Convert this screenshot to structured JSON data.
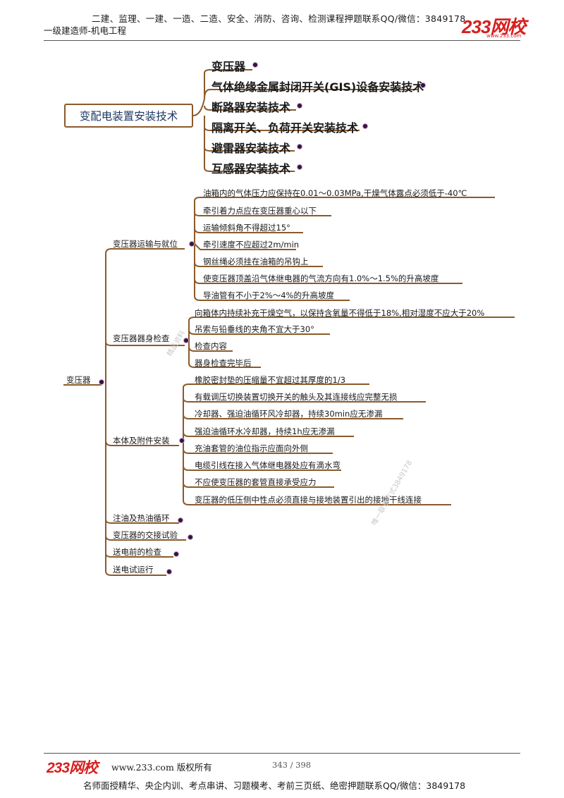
{
  "header": {
    "top": "二建、监理、一建、一造、二造、安全、消防、咨询、检测课程押题联系QQ/微信：3849178",
    "sub": "一级建造师-机电工程",
    "logo": "233网校",
    "logo_url": "www.233.com"
  },
  "map1": {
    "title": "变配电装置安装技术",
    "items": [
      "变压器",
      "气体绝缘金属封闭开关(GIS)设备安装技术",
      "断路器安装技术",
      "隔离开关、负荷开关安装技术",
      "避雷器安装技术",
      "互感器安装技术"
    ]
  },
  "map2": {
    "root": "变压器",
    "branches": [
      {
        "label": "变压器运输与就位",
        "children": [
          "油箱内的气体压力应保持在0.01～0.03MPa,干燥气体露点必须低于-40℃",
          "牵引着力点应在变压器重心以下",
          "运输倾斜角不得超过15°",
          "牵引速度不应超过2m/min",
          "钢丝绳必须挂在油箱的吊钩上",
          "使变压器顶盖沿气体继电器的气流方向有1.0%～1.5%的升高坡度",
          "导油管有不小于2%～4%的升高坡度"
        ]
      },
      {
        "label": "变压器器身检查",
        "children": [
          "向箱体内持续补充干燥空气，以保持含氧量不得低于18%,相对湿度不应大于20%",
          "吊索与铅垂线的夹角不宜大于30°",
          "检查内容",
          "器身检查完毕后"
        ]
      },
      {
        "label": "本体及附件安装",
        "children": [
          "橡胶密封垫的压缩量不宜超过其厚度的1/3",
          "有载调压切换装置切换开关的触头及其连接线应完整无损",
          "冷却器、强迫油循环风冷却器，持续30min应无渗漏",
          "强迫油循环水冷却器，持续1h应无渗漏",
          "充油套管的油位指示应面向外侧",
          "电缆引线在接入气体继电器处应有滴水弯",
          "不应使变压器的套管直接承受应力",
          "变压器的低压侧中性点必须直接与接地装置引出的接地干线连接"
        ]
      },
      {
        "label": "注油及热油循环",
        "children": []
      },
      {
        "label": "变压器的交接试验",
        "children": []
      },
      {
        "label": "送电前的检查",
        "children": []
      },
      {
        "label": "送电试运行",
        "children": []
      }
    ]
  },
  "watermarks": [
    "精品资料",
    "唯一联系方式3849178"
  ],
  "footer": {
    "logo": "233网校",
    "site": "www.233.com 版权所有",
    "page": "343 / 398",
    "bottom": "名师面授精华、央企内训、考点串讲、习题模考、考前三页纸、绝密押题联系QQ/微信：3849178"
  },
  "colors": {
    "branch": "#8b5a2b",
    "title_text": "#1f3864",
    "dot": "#3b0f3f",
    "brand_red": "#d6201f"
  }
}
